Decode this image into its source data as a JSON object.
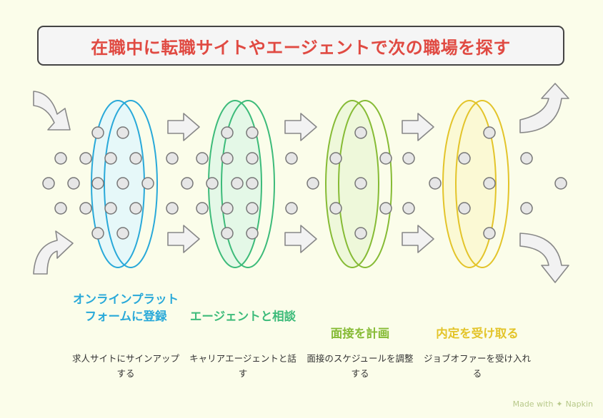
{
  "title": "在職中に転職サイトやエージェントで次の職場を探す",
  "steps": [
    {
      "title": "オンラインプラットフォームに登録",
      "description": "求人サイトにサインアップする",
      "color": "#29a9d9",
      "ring_fill": "#dff5fd"
    },
    {
      "title": "エージェントと相談",
      "description": "キャリアエージェントと話す",
      "color": "#3dbb7a",
      "ring_fill": "#dcf5e6"
    },
    {
      "title": "面接を計画",
      "description": "面接のスケジュールを調整する",
      "color": "#86bb35",
      "ring_fill": "#eaf6d4"
    },
    {
      "title": "内定を受け取る",
      "description": "ジョブオファーを受け入れる",
      "color": "#e3c42a",
      "ring_fill": "#fbf7cc"
    }
  ],
  "footer": {
    "made_with": "Made with",
    "brand": "Napkin"
  }
}
